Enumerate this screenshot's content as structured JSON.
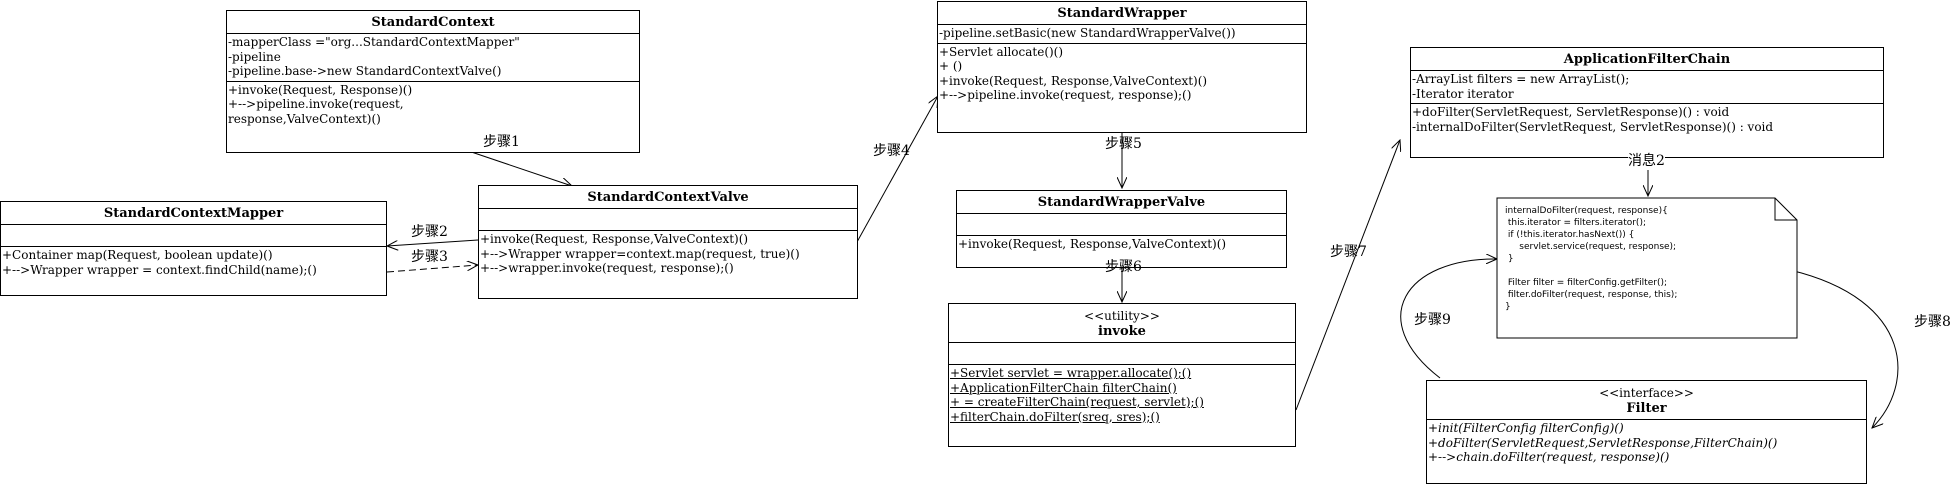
{
  "classes": {
    "standard_context": {
      "name": "StandardContext",
      "attributes": [
        "-mapperClass =\"org...StandardContextMapper\"",
        "-pipeline",
        "-pipeline.base->new StandardContextValve()"
      ],
      "operations": [
        "+invoke(Request, Response)()",
        "+-->pipeline.invoke(request,",
        "response,ValveContext)()"
      ]
    },
    "standard_context_mapper": {
      "name": "StandardContextMapper",
      "operations": [
        "+Container map(Request, boolean update)()",
        "+-->Wrapper wrapper = context.findChild(name);()"
      ]
    },
    "standard_context_valve": {
      "name": "StandardContextValve",
      "operations": [
        "+invoke(Request, Response,ValveContext)()",
        "+-->Wrapper wrapper=context.map(request, true)()",
        "+-->wrapper.invoke(request, response);()"
      ]
    },
    "standard_wrapper": {
      "name": "StandardWrapper",
      "attributes": [
        "-pipeline.setBasic(new StandardWrapperValve())"
      ],
      "operations": [
        "+Servlet allocate()()",
        "+ ()",
        "+invoke(Request, Response,ValveContext)()",
        "+-->pipeline.invoke(request, response);()"
      ]
    },
    "standard_wrapper_valve": {
      "name": "StandardWrapperValve",
      "operations": [
        "+invoke(Request, Response,ValveContext)()"
      ]
    },
    "invoke_utility": {
      "stereotype": "<<utility>>",
      "name": "invoke",
      "operations": [
        "+Servlet servlet = wrapper.allocate();()",
        "+ApplicationFilterChain filterChain()",
        "+ = createFilterChain(request, servlet);()",
        "+filterChain.doFilter(sreq, sres);()"
      ]
    },
    "application_filter_chain": {
      "name": "ApplicationFilterChain",
      "attributes": [
        "-ArrayList filters = new ArrayList();",
        "-Iterator iterator"
      ],
      "operations": [
        "+doFilter(ServletRequest, ServletResponse)() : void",
        "-internalDoFilter(ServletRequest, ServletResponse)() : void"
      ]
    },
    "filter": {
      "stereotype": "<<interface>>",
      "name": "Filter",
      "operations": [
        "+init(FilterConfig filterConfig)()",
        "+doFilter(ServletRequest,ServletResponse,FilterChain)()",
        "+-->chain.doFilter(request, response)()"
      ]
    }
  },
  "note": {
    "lines": [
      "internalDoFilter(request, response){",
      " this.iterator = filters.iterator();",
      " if (!this.iterator.hasNext()) {",
      "     servlet.service(request, response);",
      " }",
      "",
      " Filter filter = filterConfig.getFilter();",
      " filter.doFilter(request, response, this);",
      "}"
    ]
  },
  "labels": {
    "step1": "步骤1",
    "step2": "步骤2",
    "step3": "步骤3",
    "step4": "步骤4",
    "step5": "步骤5",
    "step6": "步骤6",
    "step7": "步骤7",
    "step8": "步骤8",
    "step9": "步骤9",
    "message2": "消息2"
  }
}
